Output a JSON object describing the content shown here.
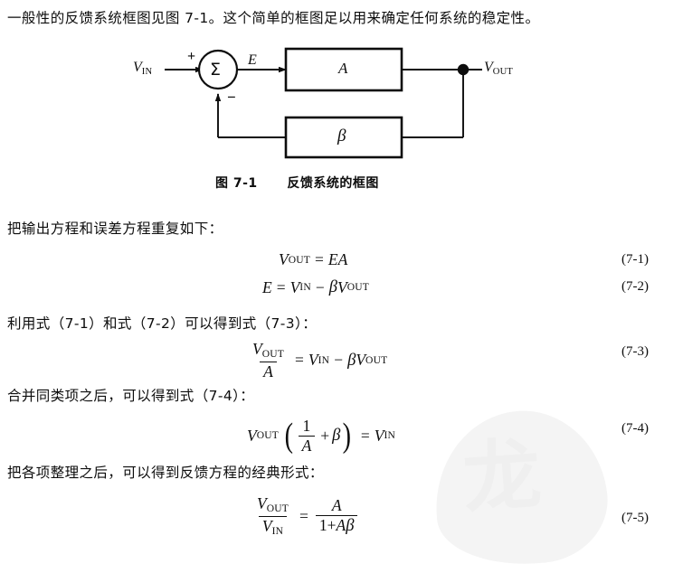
{
  "page": {
    "paragraph_1": "一般性的反馈系统框图见图 7-1。这个简单的框图足以用来确定任何系统的稳定性。",
    "paragraph_2": "把输出方程和误差方程重复如下：",
    "paragraph_3": "利用式（7-1）和式（7-2）可以得到式（7-3）：",
    "paragraph_4": "合并同类项之后，可以得到式（7-4）：",
    "paragraph_5": "把各项整理之后，可以得到反馈方程的经典形式："
  },
  "figure": {
    "caption_number": "图 7-1",
    "caption_text": "反馈系统的框图",
    "input_label": "V",
    "input_sub": "IN",
    "output_label": "V",
    "output_sub": "OUT",
    "error_label": "E",
    "summer_symbol": "Σ",
    "plus_sign": "+",
    "minus_sign": "−",
    "forward_block_label": "A",
    "feedback_block_label": "β",
    "stroke_color": "#0d0d0d"
  },
  "equations": [
    {
      "id": "eq-7-1",
      "number": "(7-1)",
      "plain": "V_OUT = EA"
    },
    {
      "id": "eq-7-2",
      "number": "(7-2)",
      "plain": "E = V_IN − βV_OUT"
    },
    {
      "id": "eq-7-3",
      "number": "(7-3)",
      "plain": "V_OUT / A = V_IN − βV_OUT"
    },
    {
      "id": "eq-7-4",
      "number": "(7-4)",
      "plain": "V_OUT (1/A + β) = V_IN"
    },
    {
      "id": "eq-7-5",
      "number": "(7-5)",
      "plain": "V_OUT / V_IN = A / (1 + Aβ)"
    }
  ],
  "symbols": {
    "V": "V",
    "E": "E",
    "A": "A",
    "beta": "β",
    "one": "1",
    "eq": "=",
    "minus": "−",
    "plus": "+",
    "sub_in": "IN",
    "sub_out": "OUT",
    "one_plus": "1+",
    "lparen": "(",
    "rparen": ")"
  },
  "watermark": {
    "glyph": "龙"
  }
}
